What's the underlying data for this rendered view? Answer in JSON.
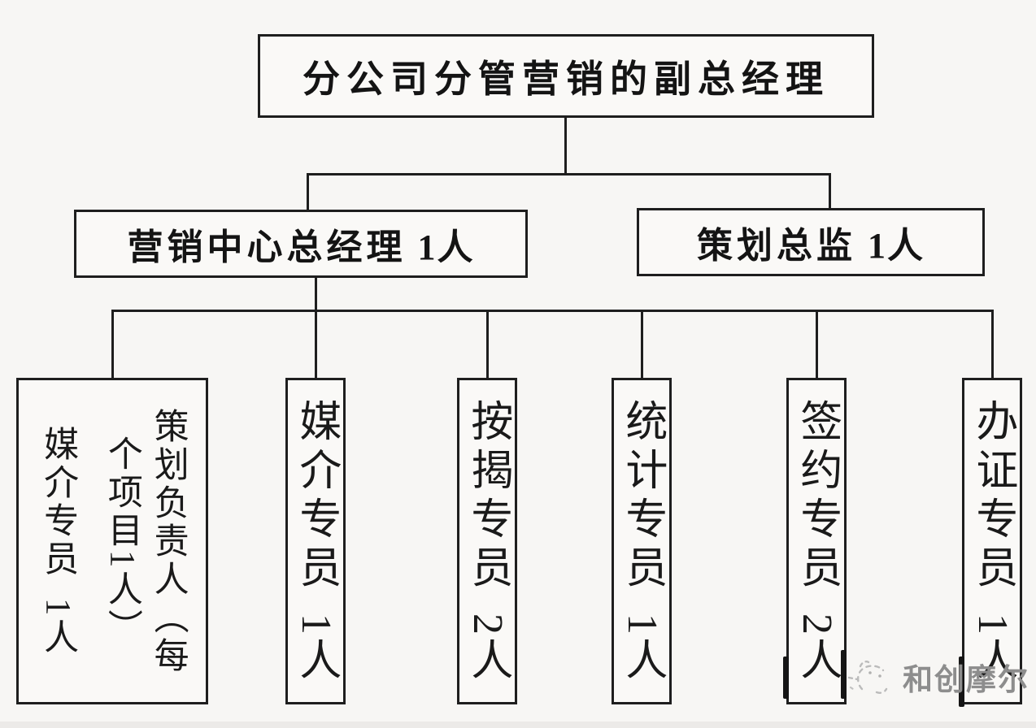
{
  "canvas": {
    "background": "#f7f6f4",
    "line_color": "#1e1e1e",
    "box_border_color": "#1e1e1e",
    "text_color": "#1a1a1a"
  },
  "org_chart": {
    "root": {
      "title": "分公司分管营销的副总经理"
    },
    "managers": [
      {
        "label": "营销中心总经理",
        "count": "1人"
      },
      {
        "label": "策划总监",
        "count": "1人"
      }
    ],
    "specialists": [
      {
        "primary": "策划负责人（每个项目1人）",
        "secondary_label": "媒介专员",
        "secondary_count": "1人"
      },
      {
        "label": "媒介专员",
        "count": "1人"
      },
      {
        "label": "按揭专员",
        "count": "2人"
      },
      {
        "label": "统计专员",
        "count": "1人"
      },
      {
        "label": "签约专员",
        "count": "2人"
      },
      {
        "label": "办证专员",
        "count": "1人"
      }
    ]
  },
  "watermark": {
    "text": "和创摩尔",
    "logo": "sketch-face-logo",
    "color": "#8d8d8d"
  }
}
